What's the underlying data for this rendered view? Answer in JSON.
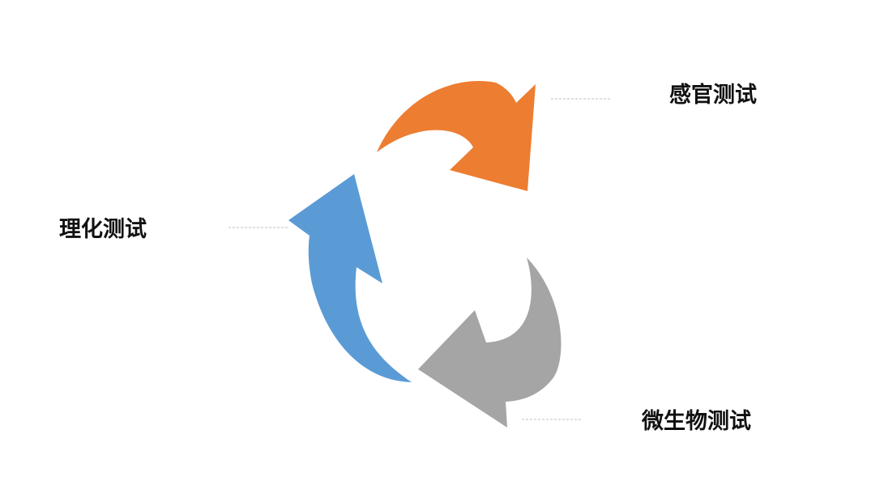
{
  "diagram": {
    "type": "cycle",
    "steps": [
      {
        "label": "感官测试",
        "color": "#ED7D31"
      },
      {
        "label": "微生物测试",
        "color": "#A5A5A5"
      },
      {
        "label": "理化测试",
        "color": "#5B9BD5"
      }
    ],
    "connector_color": "#BFBFBF"
  }
}
